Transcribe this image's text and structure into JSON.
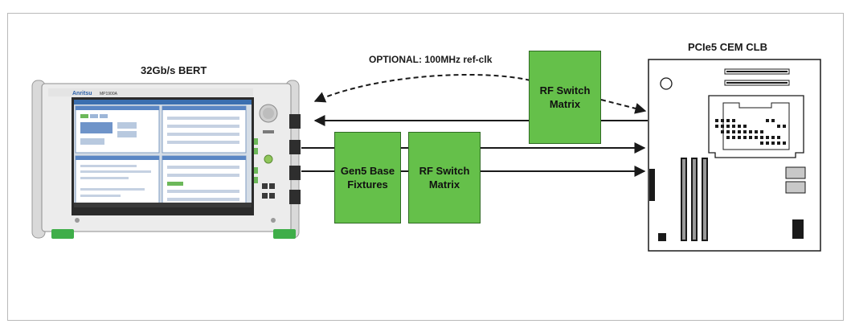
{
  "instrument": {
    "title": "32Gb/s BERT",
    "brand": "Anritsu",
    "model": "MP1900A"
  },
  "clb": {
    "title": "PCIe5 CEM CLB"
  },
  "refclk": {
    "label": "OPTIONAL: 100MHz ref-clk"
  },
  "boxes": {
    "gen5_fixtures": "Gen5 Base\nFixtures",
    "rf_switch_top": "RF Switch\nMatrix",
    "rf_switch_bottom": "RF Switch\nMatrix"
  },
  "colors": {
    "box_fill": "#65c04a",
    "box_border": "#2f6b23",
    "arrow": "#1a1a1a"
  }
}
